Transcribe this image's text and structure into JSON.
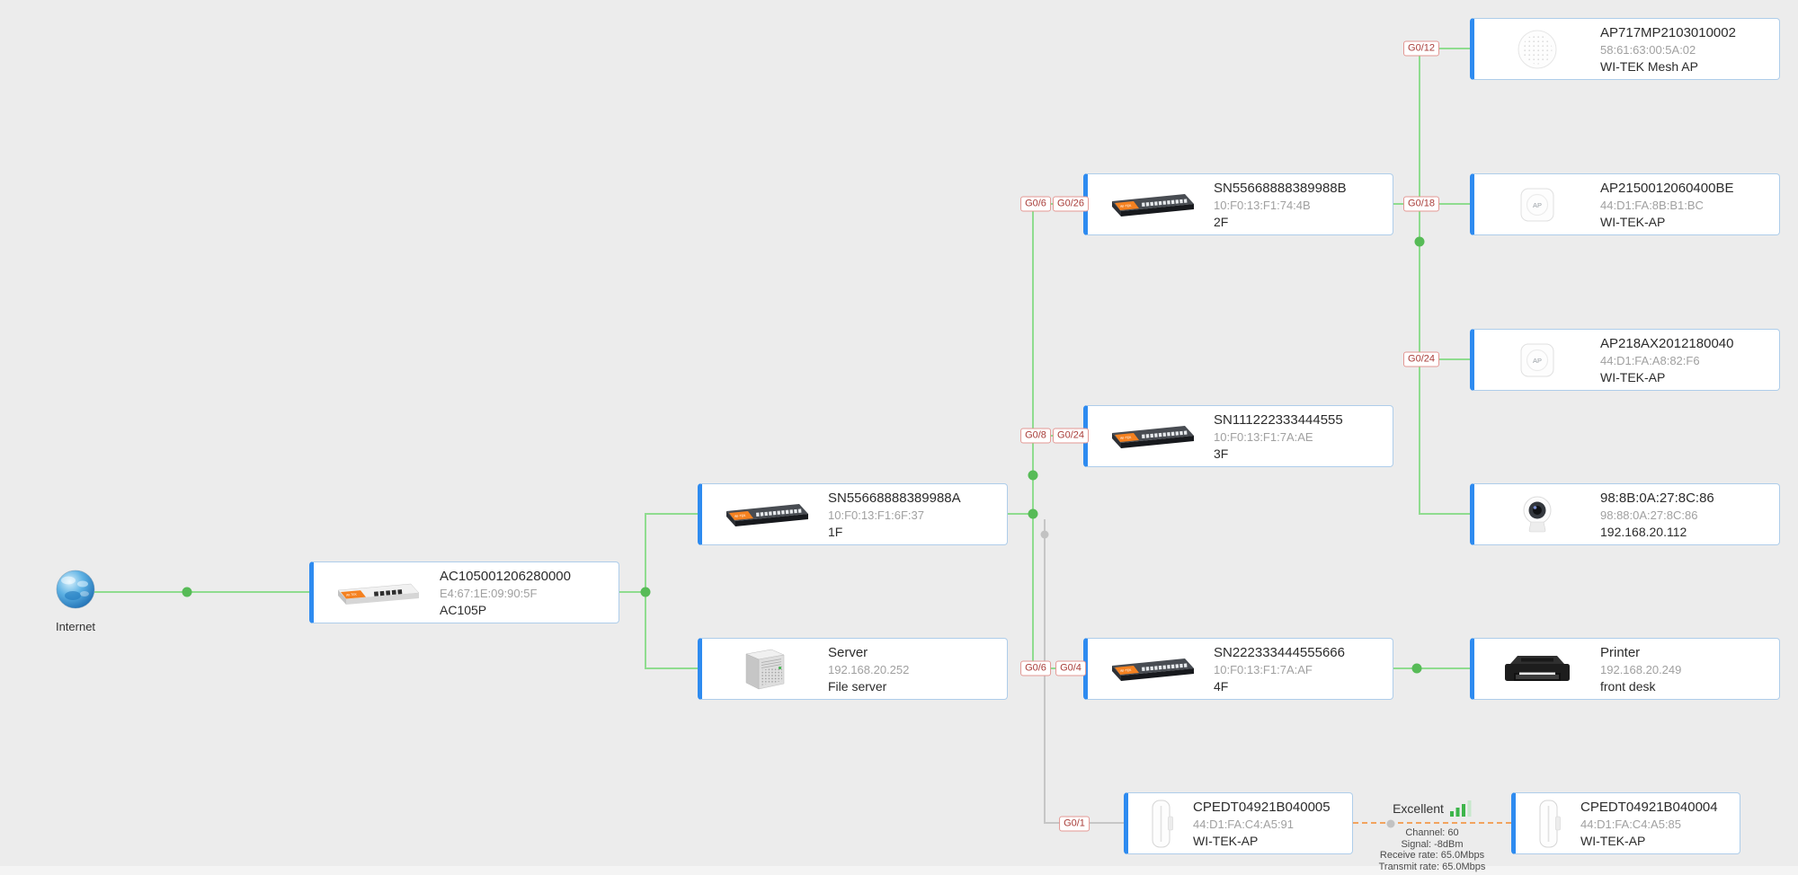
{
  "colors": {
    "background": "#ececec",
    "card_accent_blue": "#2e8bf0",
    "card_border": "#aecdea",
    "link_green": "#8fdc8f",
    "link_gray": "#c6c6c6",
    "wireless_dashed_orange": "#f2a35e",
    "node_dot_green": "#57bb57",
    "port_label_red": "#a83c38",
    "brand_orange": "#f48120"
  },
  "icons": {
    "ap_label": "AP",
    "switch_brand": "WI-TEK",
    "router_brand": "WI-TEK"
  },
  "nodes": {
    "internet": {
      "label": "Internet"
    },
    "ac": {
      "title": "AC105001206280000",
      "sub": "E4:67:1E:09:90:5F",
      "alias": "AC105P"
    },
    "sw1f": {
      "title": "SN55668888389988A",
      "sub": "10:F0:13:F1:6F:37",
      "alias": "1F"
    },
    "server": {
      "title": "Server",
      "sub": "192.168.20.252",
      "alias": "File server"
    },
    "sw2f": {
      "title": "SN55668888389988B",
      "sub": "10:F0:13:F1:74:4B",
      "alias": "2F"
    },
    "sw3f": {
      "title": "SN111222333444555",
      "sub": "10:F0:13:F1:7A:AE",
      "alias": "3F"
    },
    "sw4f": {
      "title": "SN222333444555666",
      "sub": "10:F0:13:F1:7A:AF",
      "alias": "4F"
    },
    "ap717": {
      "title": "AP717MP2103010002",
      "sub": "58:61:63:00:5A:02",
      "alias": "WI-TEK Mesh AP"
    },
    "ap215": {
      "title": "AP2150012060400BE",
      "sub": "44:D1:FA:8B:B1:BC",
      "alias": "WI-TEK-AP"
    },
    "ap218": {
      "title": "AP218AX2012180040",
      "sub": "44:D1:FA:A8:82:F6",
      "alias": "WI-TEK-AP"
    },
    "camera": {
      "title": "98:8B:0A:27:8C:86",
      "sub": "98:88:0A:27:8C:86",
      "alias": "192.168.20.112"
    },
    "printer": {
      "title": "Printer",
      "sub": "192.168.20.249",
      "alias": "front desk"
    },
    "cpe5": {
      "title": "CPEDT04921B040005",
      "sub": "44:D1:FA:C4:A5:91",
      "alias": "WI-TEK-AP"
    },
    "cpe4": {
      "title": "CPEDT04921B040004",
      "sub": "44:D1:FA:C4:A5:85",
      "alias": "WI-TEK-AP"
    }
  },
  "ports": {
    "g012": "G0/12",
    "g06_2f": "G0/6",
    "g026": "G0/26",
    "g018": "G0/18",
    "g024_ap": "G0/24",
    "g08": "G0/8",
    "g024_3f": "G0/24",
    "g06_4f": "G0/6",
    "g04": "G0/4",
    "g01": "G0/1"
  },
  "wireless_link": {
    "quality": "Excellent",
    "channel": "Channel: 60",
    "signal": "Signal: -8dBm",
    "receive": "Receive rate: 65.0Mbps",
    "transmit": "Transmit rate: 65.0Mbps"
  }
}
